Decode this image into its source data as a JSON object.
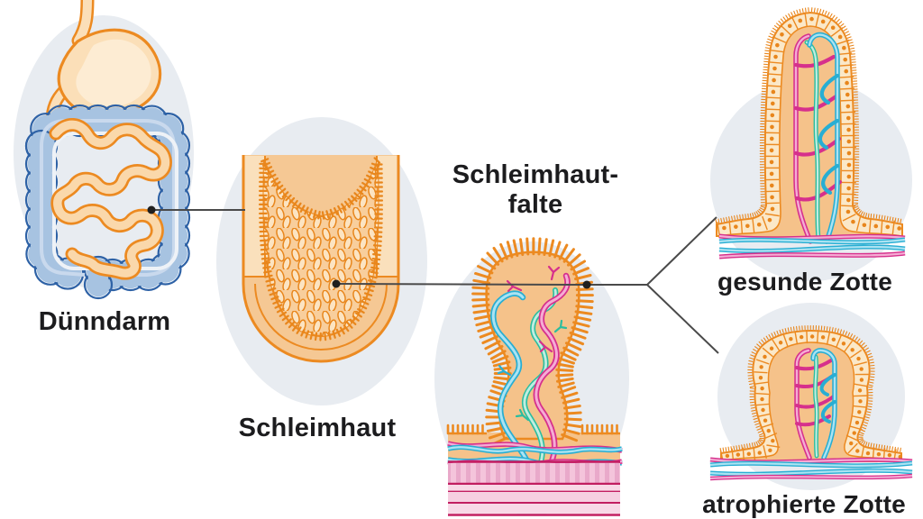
{
  "figures": {
    "duenndarm": {
      "label": "Dünndarm"
    },
    "schleimhaut": {
      "label": "Schleimhaut"
    },
    "schleimhautfalte": {
      "label_line1": "Schleimhaut-",
      "label_line2": "falte"
    },
    "gesunde_zotte": {
      "label": "gesunde Zotte"
    },
    "atrophierte_zotte": {
      "label": "atrophierte Zotte"
    }
  },
  "palette": {
    "bg_shape": "#E8ECF1",
    "orange": "#EC8A21",
    "orange_deep": "#E8861C",
    "stomach_fill": "#FBDFB8",
    "stomach_highlight": "#FDECD3",
    "intestine_fill": "#FAD8AB",
    "cell_fill": "#FBE8C8",
    "tissue_fill": "#F5C28A",
    "villi_bg": "#F8CE9C",
    "villi_cell": "#FCE4C2",
    "wall_fill": "#F5C894",
    "wall_light": "#FAE0BC",
    "colon_fill": "#A7C3E1",
    "colon_line": "#2E62A6",
    "colon_light": "#C9D9ED",
    "window_line": "#EEF2F7",
    "magenta": "#D6308C",
    "magenta_light": "#F5ACD4",
    "cyan": "#28AED3",
    "cyan_light": "#ABE3F2",
    "teal": "#2BBD9F",
    "teal_light": "#C0EDE0",
    "muscle_pink": "#F4C4DB",
    "muscle_stripe": "#E9A9CA",
    "muscle_light": "#F8D9E7",
    "muscle_mid": "#F6CFE1",
    "crimson": "#C21E61",
    "connector": "#4A4A4A",
    "marker": "#1F1F1F",
    "text": "#1C1C1E"
  }
}
